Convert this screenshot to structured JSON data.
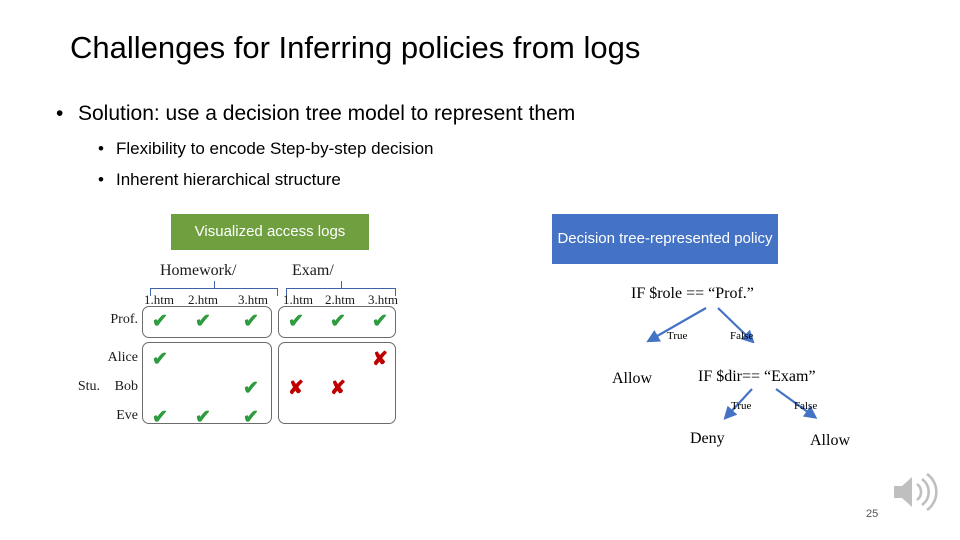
{
  "slide": {
    "title": "Challenges for Inferring policies from logs",
    "page_number": "25",
    "bullets": {
      "level1": "Solution: use a decision tree model to represent them",
      "level2": [
        "Flexibility to encode Step-by-step decision",
        "Inherent hierarchical structure"
      ],
      "marker": "•"
    },
    "labels": {
      "green": "Visualized access logs",
      "blue": "Decision tree-represented policy",
      "green_color": "#6F9F3F",
      "blue_color": "#4472C4"
    },
    "logs_figure": {
      "column_groups": [
        "Homework/",
        "Exam/"
      ],
      "columns_group1": [
        "1.htm",
        "2.htm",
        "3.htm"
      ],
      "columns_group2": [
        "1.htm",
        "2.htm",
        "3.htm"
      ],
      "row_group_label": "Stu.",
      "rows": [
        "Prof.",
        "Alice",
        "Bob",
        "Eve"
      ],
      "check_symbol": "✔",
      "cross_symbol": "✘",
      "check_color": "#2e9b3f",
      "cross_color": "#c00000",
      "matrix": [
        [
          "check",
          "check",
          "check",
          "check",
          "check",
          "check"
        ],
        [
          "check",
          "",
          "",
          "",
          "",
          "cross"
        ],
        [
          "",
          "",
          "check",
          "cross",
          "cross",
          ""
        ],
        [
          "check",
          "check",
          "check",
          "",
          "",
          ""
        ]
      ]
    },
    "tree": {
      "root": "IF $role == “Prof.”",
      "root_true_label": "True",
      "root_false_label": "False",
      "left_leaf": "Allow",
      "second": "IF $dir== “Exam”",
      "second_true_label": "True",
      "second_false_label": "False",
      "second_left_leaf": "Deny",
      "second_right_leaf": "Allow",
      "arrow_color": "#4472C4"
    },
    "icons": {
      "speaker": "speaker-icon"
    }
  }
}
